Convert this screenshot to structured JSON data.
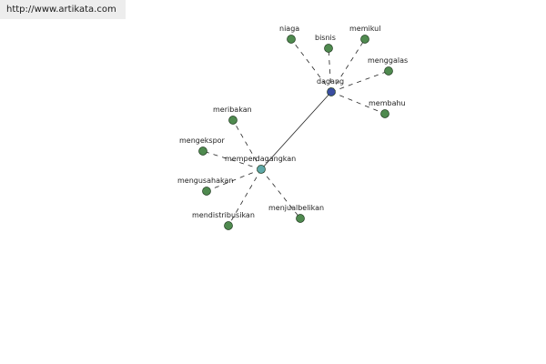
{
  "url": "http://www.artikata.com",
  "colors": {
    "leaf_node": "#4f8a4f",
    "hub_primary": "#3a4da0",
    "hub_secondary": "#5fa8a8",
    "edge": "#222222"
  },
  "graph": {
    "nodes": [
      {
        "id": "dagang",
        "label": "dagang",
        "kind": "hub_primary"
      },
      {
        "id": "memperdagangkan",
        "label": "memperdagangkan",
        "kind": "hub_secondary"
      },
      {
        "id": "niaga",
        "label": "niaga",
        "kind": "leaf"
      },
      {
        "id": "bisnis",
        "label": "bisnis",
        "kind": "leaf"
      },
      {
        "id": "memikul",
        "label": "memikul",
        "kind": "leaf"
      },
      {
        "id": "menggalas",
        "label": "menggalas",
        "kind": "leaf"
      },
      {
        "id": "membahu",
        "label": "membahu",
        "kind": "leaf"
      },
      {
        "id": "meribakan",
        "label": "meribakan",
        "kind": "leaf"
      },
      {
        "id": "mengekspor",
        "label": "mengekspor",
        "kind": "leaf"
      },
      {
        "id": "mengusahakan",
        "label": "mengusahakan",
        "kind": "leaf"
      },
      {
        "id": "mendistribusikan",
        "label": "mendistribusikan",
        "kind": "leaf"
      },
      {
        "id": "menjualbelikan",
        "label": "menjualbelikan",
        "kind": "leaf"
      }
    ],
    "edges": [
      {
        "from": "dagang",
        "to": "memperdagangkan",
        "style": "solid"
      },
      {
        "from": "dagang",
        "to": "niaga",
        "style": "dashed"
      },
      {
        "from": "dagang",
        "to": "bisnis",
        "style": "dashed"
      },
      {
        "from": "dagang",
        "to": "memikul",
        "style": "dashed"
      },
      {
        "from": "dagang",
        "to": "menggalas",
        "style": "dashed"
      },
      {
        "from": "dagang",
        "to": "membahu",
        "style": "dashed"
      },
      {
        "from": "memperdagangkan",
        "to": "meribakan",
        "style": "dashed"
      },
      {
        "from": "memperdagangkan",
        "to": "mengekspor",
        "style": "dashed"
      },
      {
        "from": "memperdagangkan",
        "to": "mengusahakan",
        "style": "dashed"
      },
      {
        "from": "memperdagangkan",
        "to": "mendistribusikan",
        "style": "dashed"
      },
      {
        "from": "memperdagangkan",
        "to": "menjualbelikan",
        "style": "dashed"
      }
    ]
  }
}
